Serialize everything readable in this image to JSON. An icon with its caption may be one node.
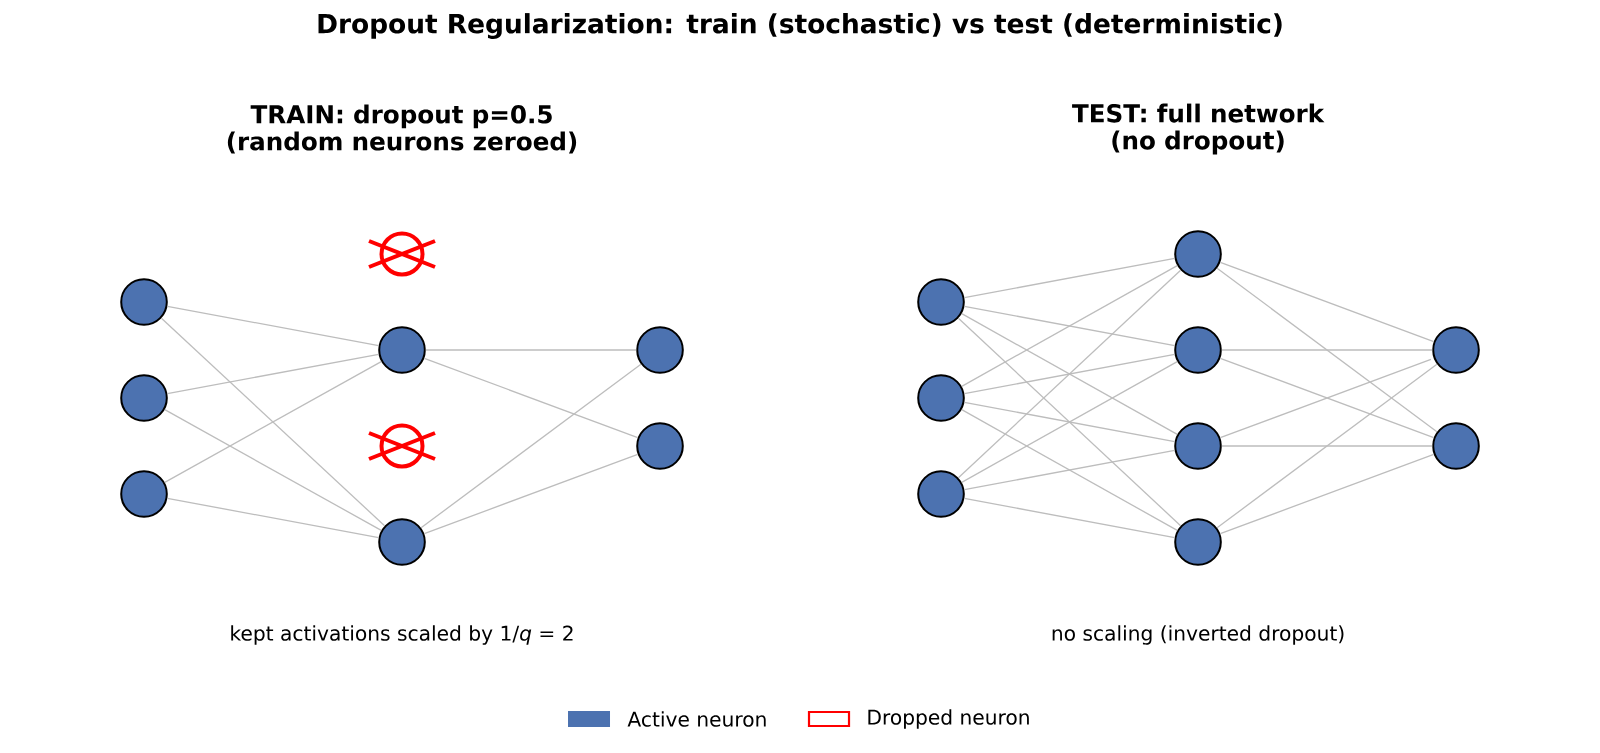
{
  "diagram": {
    "title": "Dropout Regularization: train (stochastic) vs test (deterministic)",
    "nodes": [
      {
        "text": [],
        "shape": "circle"
      },
      {
        "text": [],
        "shape": "circle"
      },
      {
        "text": [],
        "shape": "circle"
      },
      {
        "text": [],
        "shape": "crossed-circle"
      },
      {
        "text": [],
        "shape": "circle"
      },
      {
        "text": [],
        "shape": "crossed-circle"
      },
      {
        "text": [],
        "shape": "circle"
      },
      {
        "text": [],
        "shape": "circle"
      },
      {
        "text": [],
        "shape": "circle"
      },
      {
        "text": [],
        "shape": "circle"
      },
      {
        "text": [],
        "shape": "circle"
      },
      {
        "text": [],
        "shape": "circle"
      },
      {
        "text": [],
        "shape": "circle"
      },
      {
        "text": [],
        "shape": "circle"
      },
      {
        "text": [],
        "shape": "circle"
      },
      {
        "text": [],
        "shape": "circle"
      },
      {
        "text": [],
        "shape": "circle"
      },
      {
        "text": [],
        "shape": "circle"
      }
    ],
    "edges": [
      {
        "from": 0,
        "to": 4,
        "arrow": "none"
      },
      {
        "from": 0,
        "to": 6,
        "arrow": "none"
      },
      {
        "from": 1,
        "to": 4,
        "arrow": "none"
      },
      {
        "from": 1,
        "to": 6,
        "arrow": "none"
      },
      {
        "from": 2,
        "to": 4,
        "arrow": "none"
      },
      {
        "from": 2,
        "to": 6,
        "arrow": "none"
      },
      {
        "from": 4,
        "to": 7,
        "arrow": "none"
      },
      {
        "from": 4,
        "to": 8,
        "arrow": "none"
      },
      {
        "from": 6,
        "to": 7,
        "arrow": "none"
      },
      {
        "from": 6,
        "to": 8,
        "arrow": "none"
      },
      {
        "from": 9,
        "to": 12,
        "arrow": "none"
      },
      {
        "from": 9,
        "to": 13,
        "arrow": "none"
      },
      {
        "from": 9,
        "to": 14,
        "arrow": "none"
      },
      {
        "from": 9,
        "to": 15,
        "arrow": "none"
      },
      {
        "from": 10,
        "to": 12,
        "arrow": "none"
      },
      {
        "from": 10,
        "to": 13,
        "arrow": "none"
      },
      {
        "from": 10,
        "to": 14,
        "arrow": "none"
      },
      {
        "from": 10,
        "to": 15,
        "arrow": "none"
      },
      {
        "from": 11,
        "to": 12,
        "arrow": "none"
      },
      {
        "from": 11,
        "to": 13,
        "arrow": "none"
      },
      {
        "from": 11,
        "to": 14,
        "arrow": "none"
      },
      {
        "from": 11,
        "to": 15,
        "arrow": "none"
      },
      {
        "from": 12,
        "to": 16,
        "arrow": "none"
      },
      {
        "from": 12,
        "to": 17,
        "arrow": "none"
      },
      {
        "from": 13,
        "to": 16,
        "arrow": "none"
      },
      {
        "from": 13,
        "to": 17,
        "arrow": "none"
      },
      {
        "from": 14,
        "to": 16,
        "arrow": "none"
      },
      {
        "from": 14,
        "to": 17,
        "arrow": "none"
      },
      {
        "from": 15,
        "to": 16,
        "arrow": "none"
      },
      {
        "from": 15,
        "to": 17,
        "arrow": "none"
      }
    ],
    "labels": [
      "TRAIN: dropout p=0.5 (random neurons zeroed)",
      "TEST: full network (no dropout)",
      "kept activations scaled by 1/*q* = 2",
      "no scaling (inverted dropout)"
    ],
    "legend": [
      {
        "text": "Active neuron",
        "color": "#4c72b0"
      },
      {
        "text": "Dropped neuron",
        "color": "#ff0000"
      }
    ]
  }
}
